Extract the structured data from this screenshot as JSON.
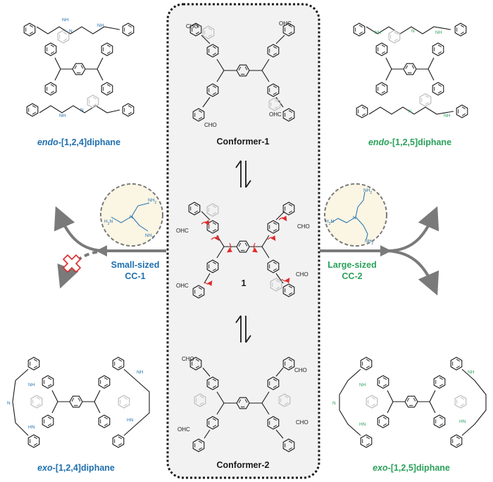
{
  "colors": {
    "blue": "#1f6fae",
    "green": "#2aa05a",
    "black": "#1a1a1a",
    "grey": "#7a7a7a",
    "light_grey": "#b9b9b9",
    "panel_bg": "#f2f2f2",
    "circle_bg": "#fbf5e4",
    "red": "#e02a2a"
  },
  "labels": {
    "endo_124_italic": "endo",
    "endo_124_rest": "-[1,2,4]diphane",
    "endo_125_italic": "endo",
    "endo_125_rest": "-[1,2,5]diphane",
    "exo_124_italic": "exo",
    "exo_124_rest": "-[1,2,4]diphane",
    "exo_125_italic": "exo",
    "exo_125_rest": "-[1,2,5]diphane",
    "conformer1": "Conformer-1",
    "conformer2": "Conformer-2",
    "compound": "1",
    "cc1_line1": "Small-sized",
    "cc1_line2": "CC-1",
    "cc2_line1": "Large-sized",
    "cc2_line2": "CC-2"
  },
  "chem": {
    "cho": "CHO",
    "ohc": "OHC",
    "nh": "NH",
    "hn": "HN",
    "n": "N",
    "h": "H",
    "nh2": "NH",
    "sub2": "2"
  },
  "icons": [
    "equilibrium-arrows-icon",
    "cross-mark-icon",
    "reaction-arrow-icon"
  ]
}
